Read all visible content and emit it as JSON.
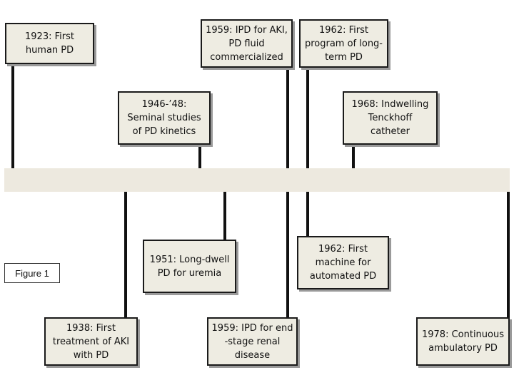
{
  "figure_label": "Figure 1",
  "events_above": [
    {
      "text": "1923: First\nhuman PD"
    },
    {
      "text": "1946-’48:\nSeminal studies\nof PD kinetics"
    },
    {
      "text": "1959: IPD for AKI,\nPD fluid\ncommercialized"
    },
    {
      "text": "1962: First\nprogram of long-\nterm PD"
    },
    {
      "text": "1968: Indwelling\nTenckhoff\ncatheter"
    }
  ],
  "events_below": [
    {
      "text": "1938: First\ntreatment of AKI\nwith PD"
    },
    {
      "text": "1951: Long-dwell\nPD for uremia"
    },
    {
      "text": "1959: IPD for end\n-stage renal\ndisease"
    },
    {
      "text": "1962: First\nmachine for\nautomated PD"
    },
    {
      "text": "1978: Continuous\nambulatory PD"
    }
  ],
  "colors": {
    "band": "#ede9df",
    "box_fill": "#eeece2",
    "line": "#111111"
  }
}
